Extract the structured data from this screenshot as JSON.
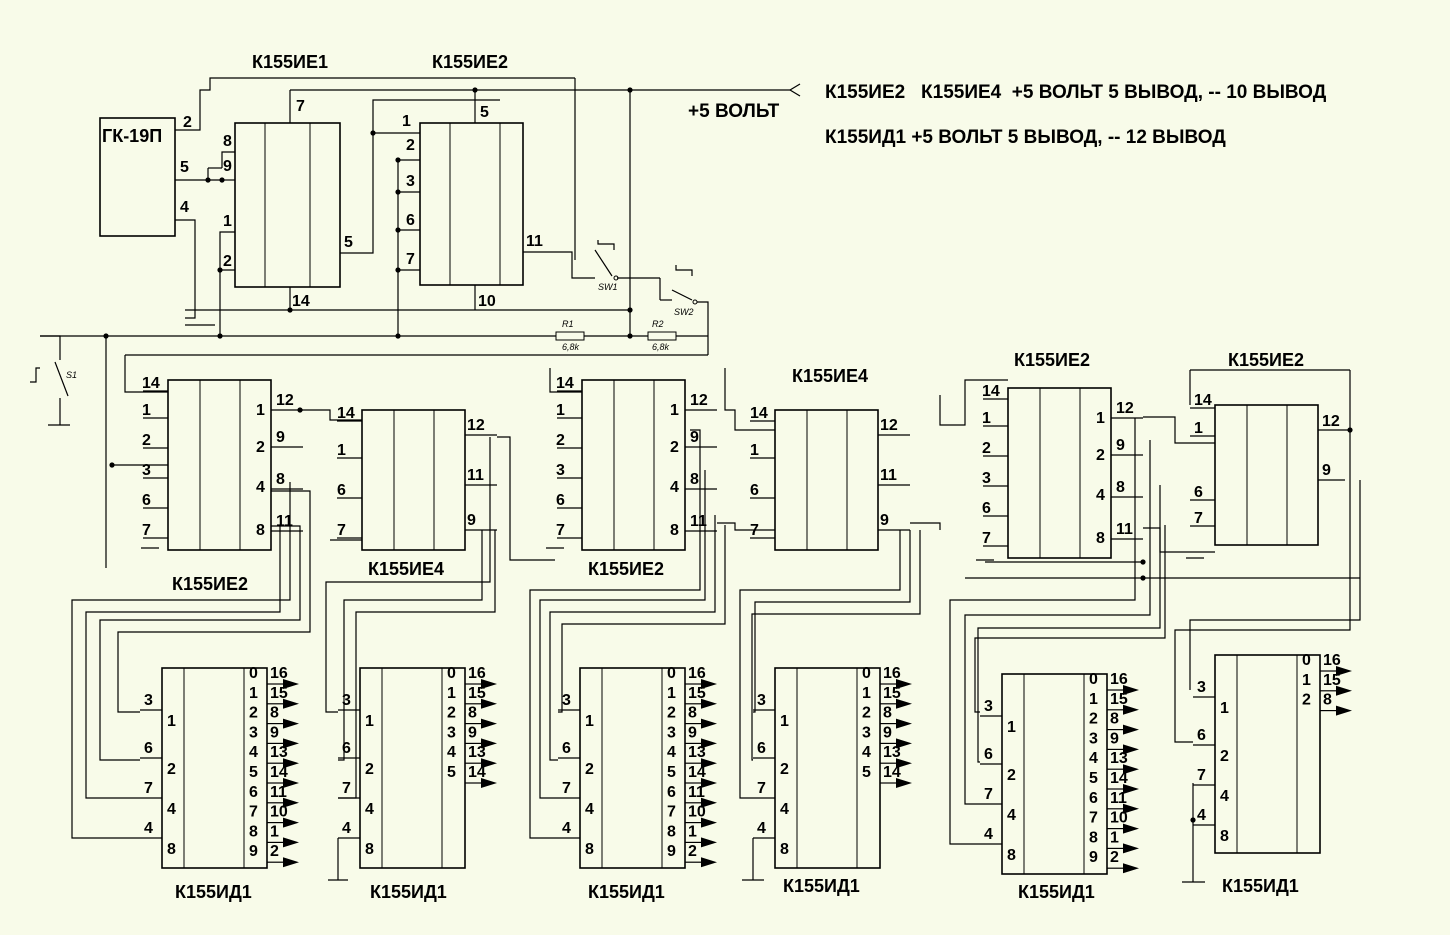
{
  "notes": {
    "supply": "+5 ВОЛЬТ",
    "line1": "К155ИЕ2   К155ИЕ4  +5 ВОЛЬТ 5 ВЫВОД, -- 10 ВЫВОД",
    "line2": "К155ИД1 +5 ВОЛЬТ 5 ВЫВОД, -- 12 ВЫВОД"
  },
  "chips": {
    "gk": "ГК-19П",
    "ie1": "К155ИЕ1",
    "ie2": "К155ИЕ2",
    "ie4": "К155ИЕ4",
    "id1": "К155ИД1"
  },
  "switches": {
    "sw1": "SW1",
    "sw2": "SW2",
    "s1": "S1"
  },
  "resistors": [
    {
      "ref": "R1",
      "value": "6,8k"
    },
    {
      "ref": "R2",
      "value": "6,8k"
    }
  ],
  "pins": {
    "gk_out": [
      "2",
      "5",
      "4"
    ],
    "ie1_top": "7",
    "ie1_left": [
      "8",
      "9",
      "1",
      "2"
    ],
    "ie1_right": "5",
    "ie1_bottom": "14",
    "ie2_top": "5",
    "ie2_left": [
      "1",
      "2",
      "3",
      "6",
      "7"
    ],
    "ie2_right": "11",
    "ie2_bottom": "10",
    "ie2_cnt_left": [
      "14",
      "1",
      "2",
      "3",
      "6",
      "7"
    ],
    "ie2_cnt_right": [
      "1",
      "2",
      "4",
      "8"
    ],
    "ie2_cnt_out": [
      "12",
      "9",
      "8",
      "11"
    ],
    "ie4_left": [
      "14",
      "1",
      "6",
      "7"
    ],
    "ie4_right": [
      "12",
      "11",
      "9"
    ],
    "id1_in_ext": [
      "3",
      "6",
      "7",
      "4"
    ],
    "id1_in_int": [
      "1",
      "2",
      "4",
      "8"
    ],
    "id1_out10": [
      "0",
      "1",
      "2",
      "3",
      "4",
      "5",
      "6",
      "7",
      "8",
      "9"
    ],
    "id1_out10_ext": [
      "16",
      "15",
      "8",
      "9",
      "13",
      "14",
      "11",
      "10",
      "1",
      "2"
    ],
    "id1_out6": [
      "0",
      "1",
      "2",
      "3",
      "4",
      "5"
    ],
    "id1_out6_ext": [
      "16",
      "15",
      "8",
      "9",
      "13",
      "14"
    ],
    "id1_out3": [
      "0",
      "1",
      "2"
    ],
    "id1_out3_ext": [
      "16",
      "15",
      "8"
    ],
    "last_ie2_left": [
      "14",
      "1",
      "6",
      "7"
    ],
    "last_ie2_right": [
      "12",
      "9"
    ]
  }
}
